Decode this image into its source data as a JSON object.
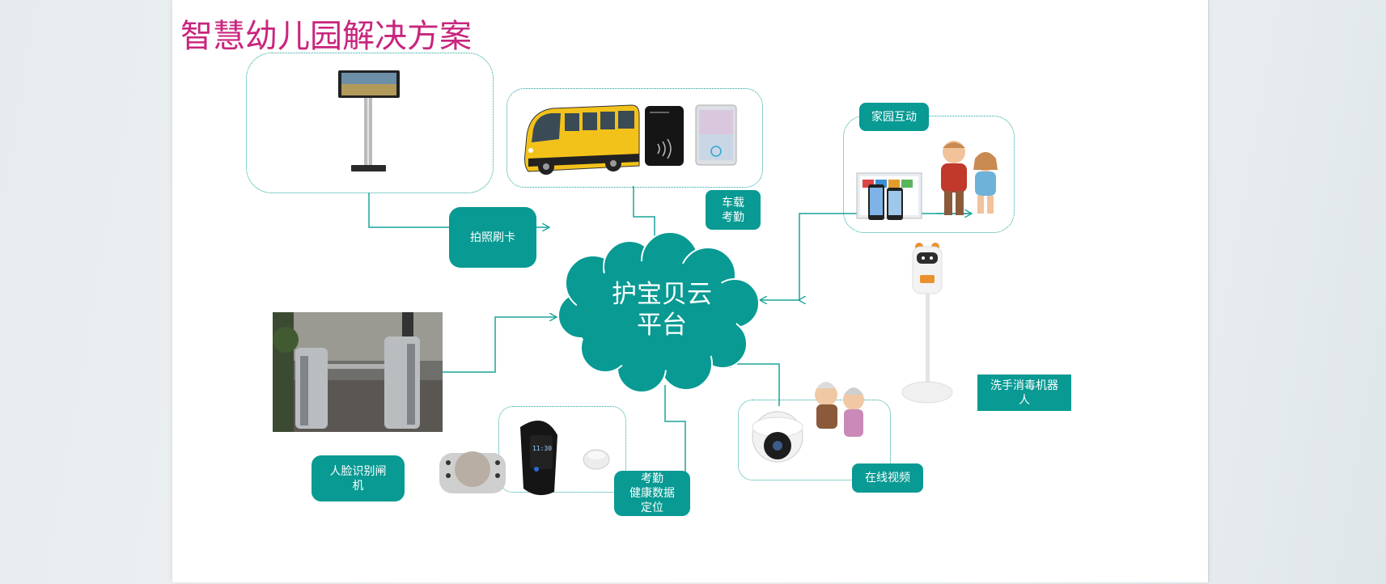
{
  "title": "智慧幼儿园解决方案",
  "cloud": {
    "label": "护宝贝云\n平台"
  },
  "badges": {
    "photo_card": "拍照刷卡",
    "bus_attendance": "车载\n考勤",
    "home_school": "家园互动",
    "face_gate": "人脸识别闸\n机",
    "attendance_health": "考勤\n健康数据\n定位",
    "online_video": "在线视频",
    "handwash_robot": "洗手消毒机器\n人"
  },
  "wristband_time": "11:30",
  "colors": {
    "title": "#c8257d",
    "teal": "#089a93",
    "connector": "#1aa39a"
  }
}
